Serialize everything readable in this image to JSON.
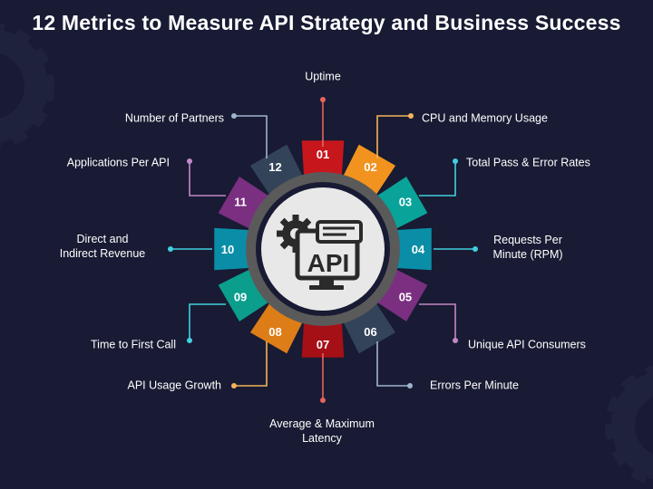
{
  "title": "12 Metrics to Measure API Strategy and Business Success",
  "center": {
    "icon": "api-monitor-gear-icon",
    "text": "API"
  },
  "segments": [
    {
      "number": "01",
      "label": "Uptime",
      "color": "#c8161d"
    },
    {
      "number": "02",
      "label": "CPU and Memory Usage",
      "color": "#f1931e"
    },
    {
      "number": "03",
      "label": "Total Pass & Error Rates",
      "color": "#0aa39a"
    },
    {
      "number": "04",
      "label": "Requests Per Minute (RPM)",
      "color": "#0a8ea7"
    },
    {
      "number": "05",
      "label": "Unique API Consumers",
      "color": "#7b2f80"
    },
    {
      "number": "06",
      "label": "Errors Per Minute",
      "color": "#33445a"
    },
    {
      "number": "07",
      "label": "Average & Maximum Latency",
      "color": "#a50f16"
    },
    {
      "number": "08",
      "label": "API Usage Growth",
      "color": "#dd7d18"
    },
    {
      "number": "09",
      "label": "Time to First Call",
      "color": "#0b9e8c"
    },
    {
      "number": "10",
      "label": "Direct and Indirect Revenue",
      "color": "#0a8ea7"
    },
    {
      "number": "11",
      "label": "Applications Per API",
      "color": "#7b2f80"
    },
    {
      "number": "12",
      "label": "Number of Partners",
      "color": "#33445a"
    }
  ],
  "connector_colors": {
    "01": "#e5645f",
    "02": "#f5b45a",
    "03": "#43cfe0",
    "04": "#43cfe0",
    "05": "#c487c8",
    "06": "#9fb3cf",
    "07": "#e5645f",
    "08": "#f5b45a",
    "09": "#43cfe0",
    "10": "#43cfe0",
    "11": "#c487c8",
    "12": "#9fb3cf"
  }
}
